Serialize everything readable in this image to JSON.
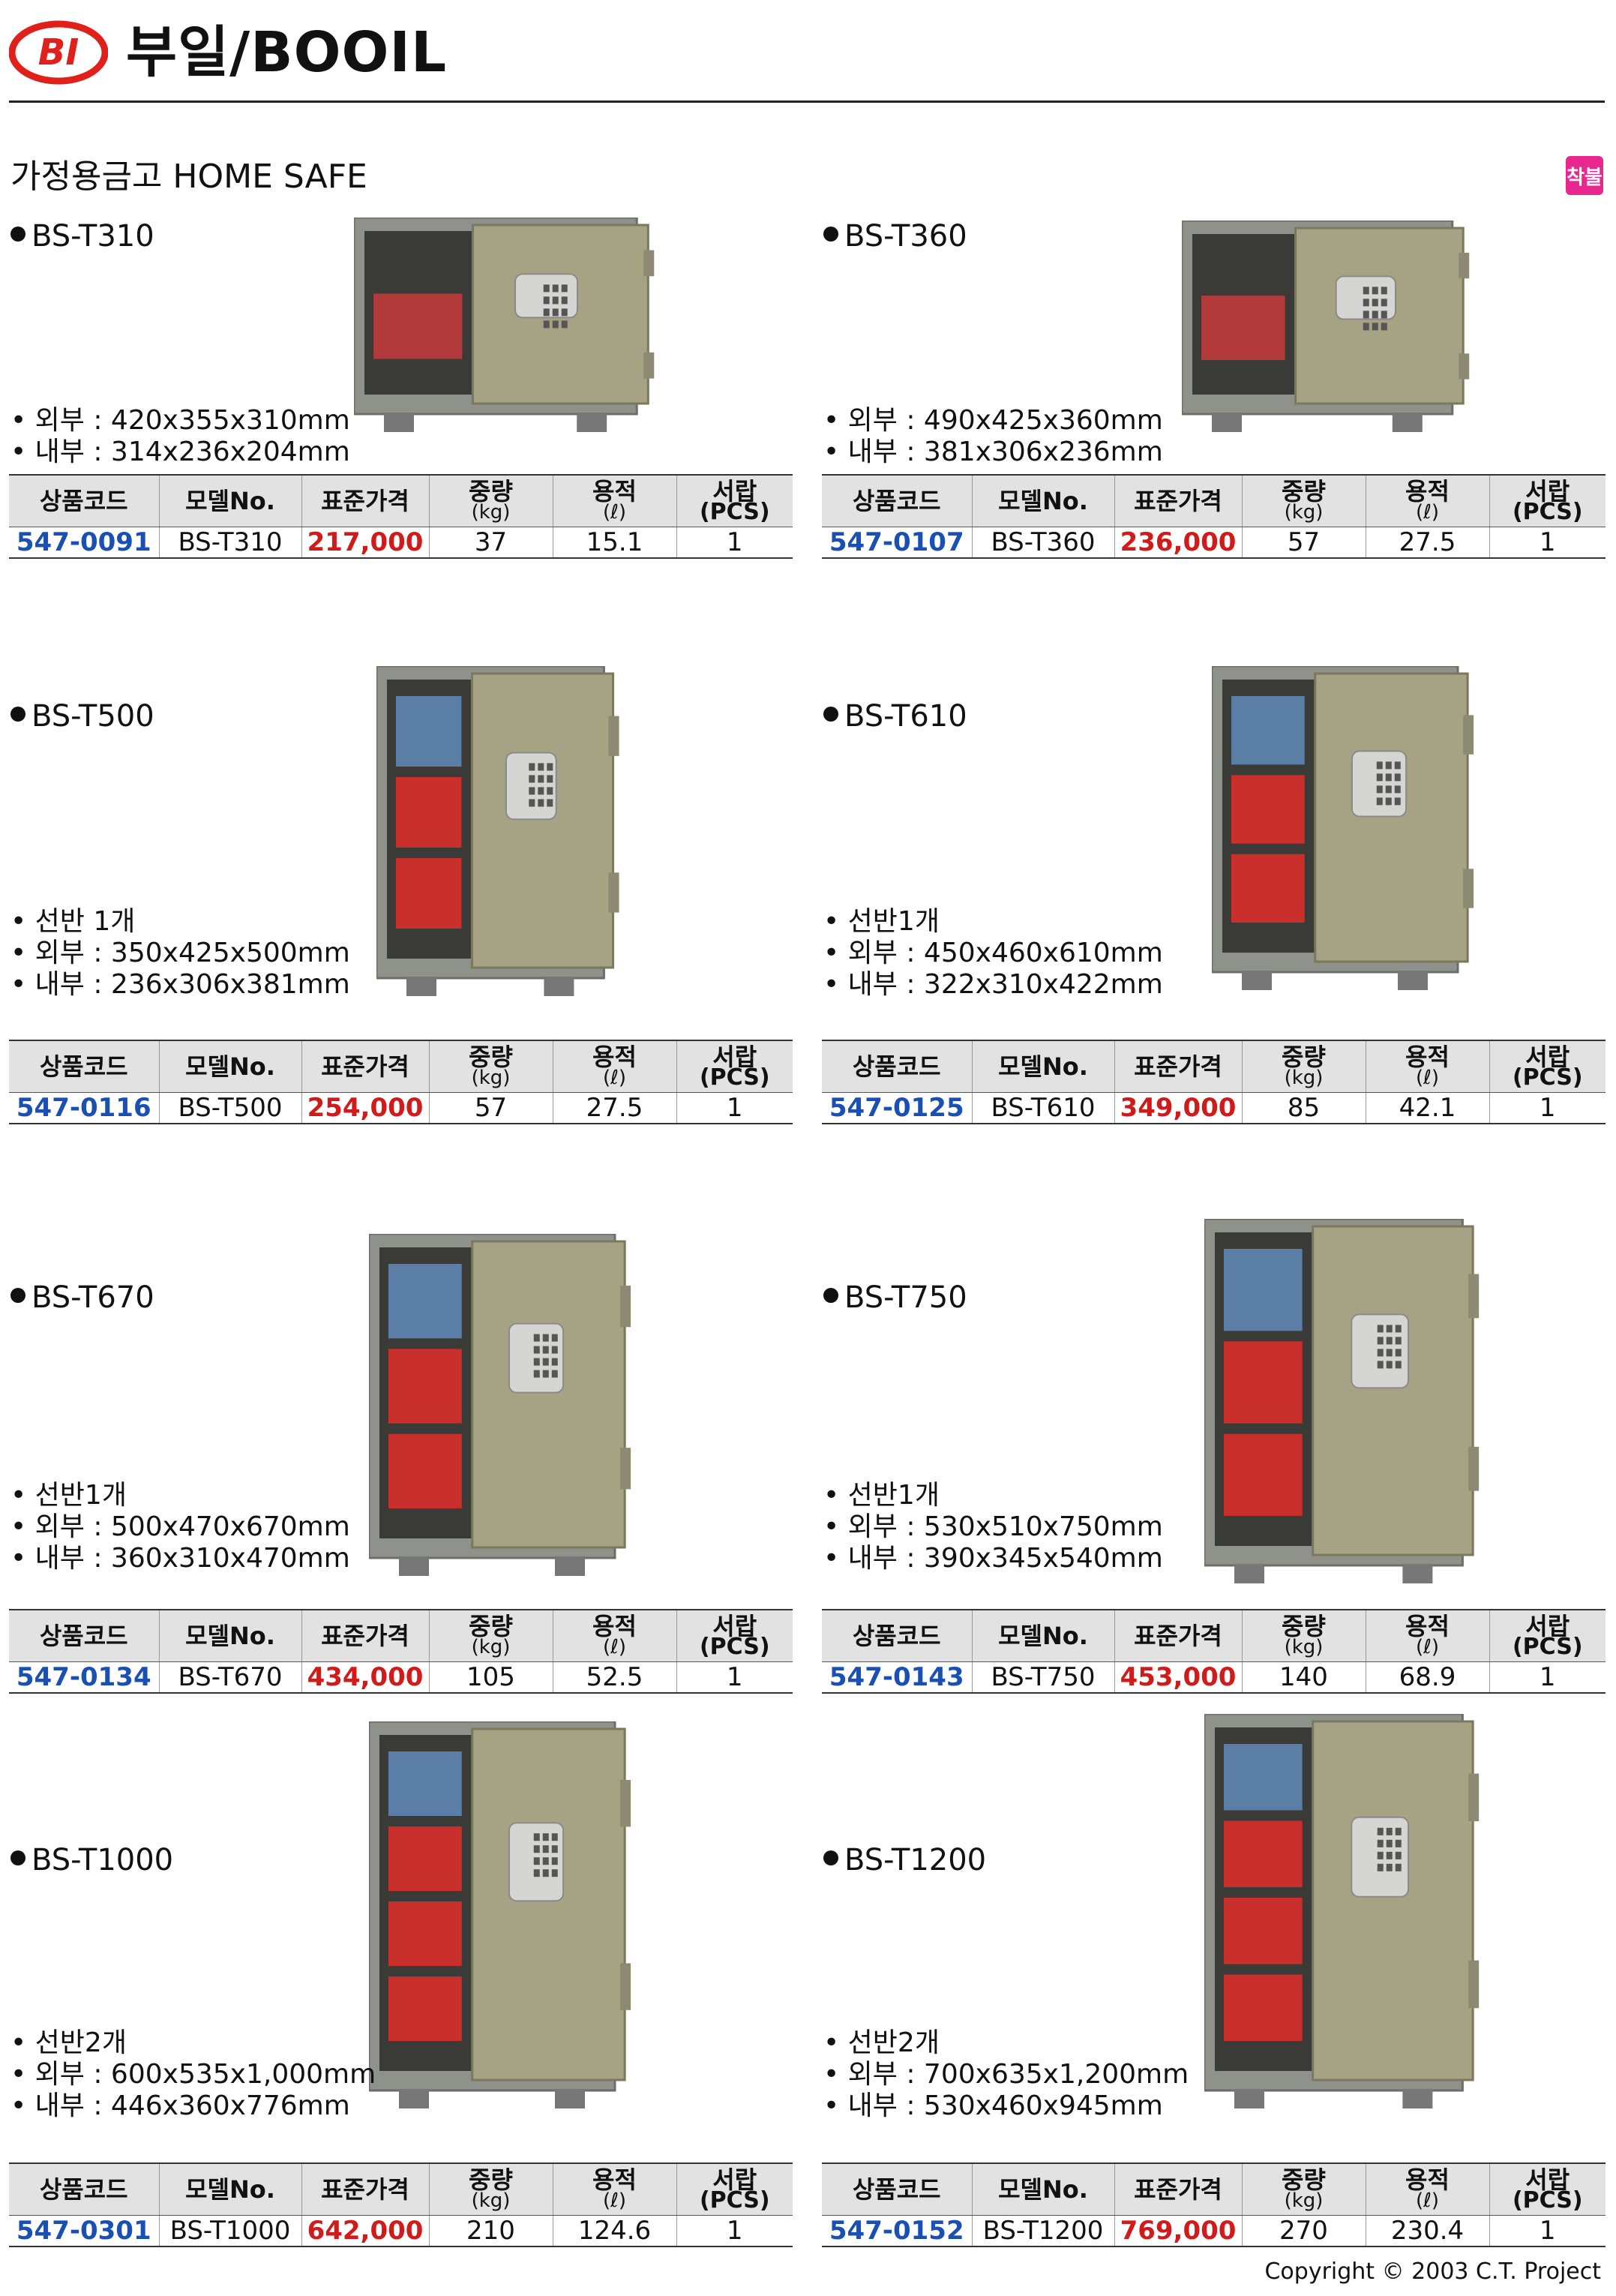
{
  "header": {
    "brand": "부일/BOOIL",
    "logo_text": "BI"
  },
  "section": {
    "title": "가정용금고 HOME SAFE",
    "badge": "착불"
  },
  "table_headers": {
    "code": "상품코드",
    "model": "모델No.",
    "price": "표준가격",
    "weight": "중량",
    "weight_unit": "(kg)",
    "volume": "용적",
    "volume_unit": "(ℓ)",
    "drawer": "서랍",
    "drawer_unit": "(PCS)"
  },
  "products": [
    {
      "name": "BS-T310",
      "specs": [
        "• 외부 : 420x355x310mm",
        "• 내부 : 314x236x204mm"
      ],
      "code": "547-0091",
      "model": "BS-T310",
      "price": "217,000",
      "weight": "37",
      "volume": "15.1",
      "drawer": "1"
    },
    {
      "name": "BS-T360",
      "specs": [
        "• 외부 : 490x425x360mm",
        "• 내부 : 381x306x236mm"
      ],
      "code": "547-0107",
      "model": "BS-T360",
      "price": "236,000",
      "weight": "57",
      "volume": "27.5",
      "drawer": "1"
    },
    {
      "name": "BS-T500",
      "specs": [
        "• 선반 1개",
        "• 외부 : 350x425x500mm",
        "• 내부 : 236x306x381mm"
      ],
      "code": "547-0116",
      "model": "BS-T500",
      "price": "254,000",
      "weight": "57",
      "volume": "27.5",
      "drawer": "1"
    },
    {
      "name": "BS-T610",
      "specs": [
        "• 선반1개",
        "• 외부 : 450x460x610mm",
        "• 내부 : 322x310x422mm"
      ],
      "code": "547-0125",
      "model": "BS-T610",
      "price": "349,000",
      "weight": "85",
      "volume": "42.1",
      "drawer": "1"
    },
    {
      "name": "BS-T670",
      "specs": [
        "• 선반1개",
        "• 외부 : 500x470x670mm",
        "• 내부 : 360x310x470mm"
      ],
      "code": "547-0134",
      "model": "BS-T670",
      "price": "434,000",
      "weight": "105",
      "volume": "52.5",
      "drawer": "1"
    },
    {
      "name": "BS-T750",
      "specs": [
        "• 선반1개",
        "• 외부 : 530x510x750mm",
        "• 내부 : 390x345x540mm"
      ],
      "code": "547-0143",
      "model": "BS-T750",
      "price": "453,000",
      "weight": "140",
      "volume": "68.9",
      "drawer": "1"
    },
    {
      "name": "BS-T1000",
      "specs": [
        "• 선반2개",
        "• 외부 : 600x535x1,000mm",
        "• 내부 : 446x360x776mm"
      ],
      "code": "547-0301",
      "model": "BS-T1000",
      "price": "642,000",
      "weight": "210",
      "volume": "124.6",
      "drawer": "1"
    },
    {
      "name": "BS-T1200",
      "specs": [
        "• 선반2개",
        "• 외부 : 700x635x1,200mm",
        "• 내부 : 530x460x945mm"
      ],
      "code": "547-0152",
      "model": "BS-T1200",
      "price": "769,000",
      "weight": "270",
      "volume": "230.4",
      "drawer": "1"
    }
  ],
  "footer": {
    "copyright": "Copyright © 2003 C.T. Project"
  },
  "colors": {
    "code": "#1a4fb4",
    "price": "#d11a1a",
    "badge": "#e8278f",
    "logo": "#e0201a"
  }
}
